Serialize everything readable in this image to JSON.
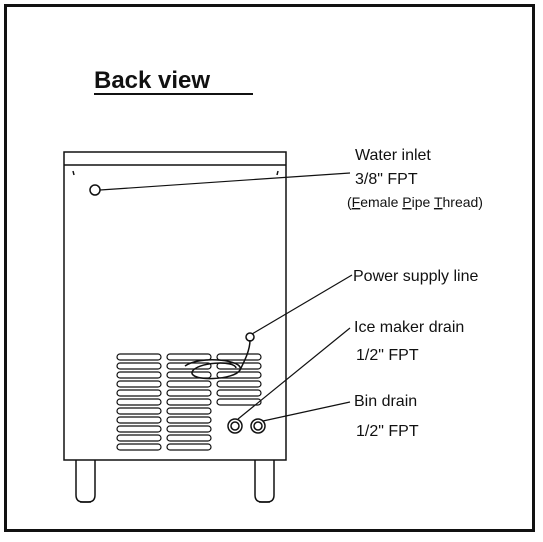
{
  "title": "Back view",
  "labels": {
    "water_inlet": "Water inlet",
    "water_inlet_size": "3/8\" FPT",
    "water_inlet_note_open": "(",
    "water_inlet_note_f": "F",
    "water_inlet_note_emale": "emale ",
    "water_inlet_note_p": "P",
    "water_inlet_note_ipe": "ipe ",
    "water_inlet_note_t": "T",
    "water_inlet_note_hread": "hread)",
    "power_supply": "Power supply line",
    "ice_maker_drain": "Ice maker drain",
    "ice_maker_drain_size": "1/2\" FPT",
    "bin_drain": "Bin drain",
    "bin_drain_size": "1/2\" FPT"
  }
}
